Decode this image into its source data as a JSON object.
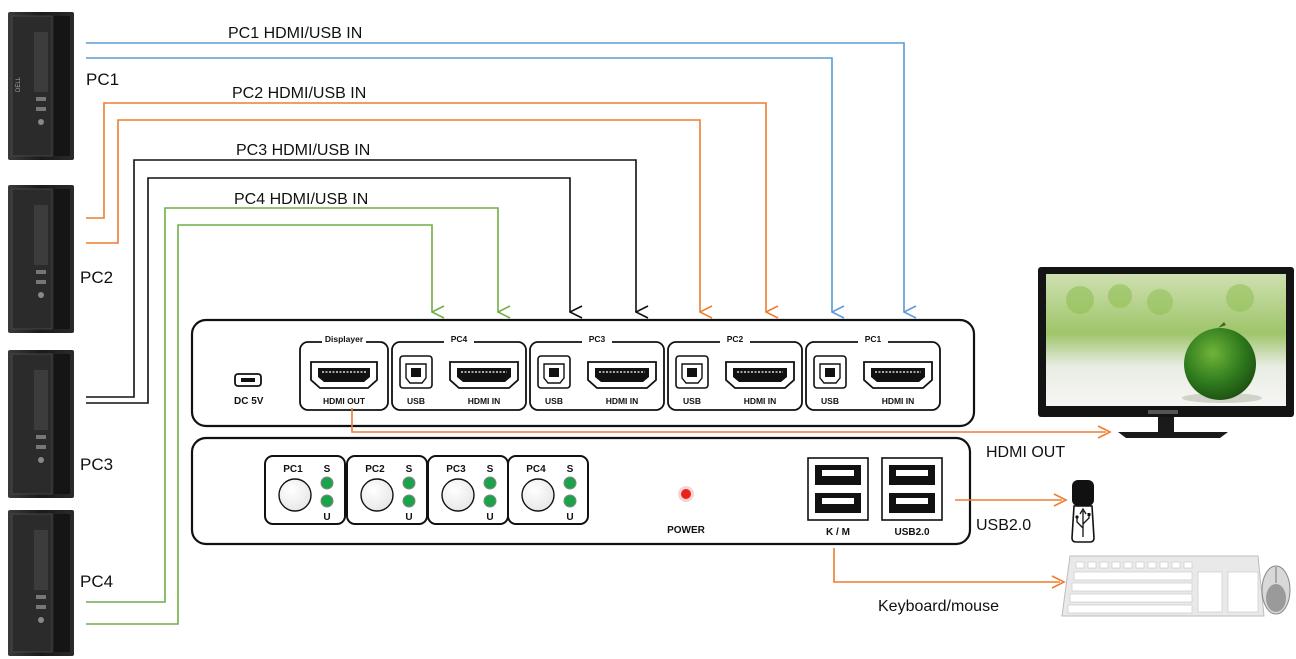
{
  "pcs": [
    {
      "label": "PC1",
      "cable_label": "PC1 HDMI/USB IN",
      "color": "#5b9bd5"
    },
    {
      "label": "PC2",
      "cable_label": "PC2 HDMI/USB IN",
      "color": "#ed7d31"
    },
    {
      "label": "PC3",
      "cable_label": "PC3 HDMI/USB IN",
      "color": "#111111"
    },
    {
      "label": "PC4",
      "cable_label": "PC4 HDMI/USB IN",
      "color": "#70ad47"
    }
  ],
  "tower_brand": "DELL",
  "back_panel": {
    "dc_label": "DC 5V",
    "display_group": "Displayer",
    "hdmi_out_label": "HDMI OUT",
    "usb_label": "USB",
    "hdmi_in_label": "HDMI IN",
    "groups": [
      "PC4",
      "PC3",
      "PC2",
      "PC1"
    ]
  },
  "front_panel": {
    "buttons": [
      "PC1",
      "PC2",
      "PC3",
      "PC4"
    ],
    "s_label": "S",
    "u_label": "U",
    "power_label": "POWER",
    "km_label": "K / M",
    "usb2_label": "USB2.0"
  },
  "outputs": {
    "hdmi_out": "HDMI OUT",
    "usb": "USB2.0",
    "keyboard": "Keyboard/mouse"
  },
  "colors": {
    "pc1": "#5b9bd5",
    "pc2": "#ed7d31",
    "pc3": "#111111",
    "pc4": "#70ad47",
    "led": "#1aa34a",
    "power_led": "#e8231e"
  }
}
